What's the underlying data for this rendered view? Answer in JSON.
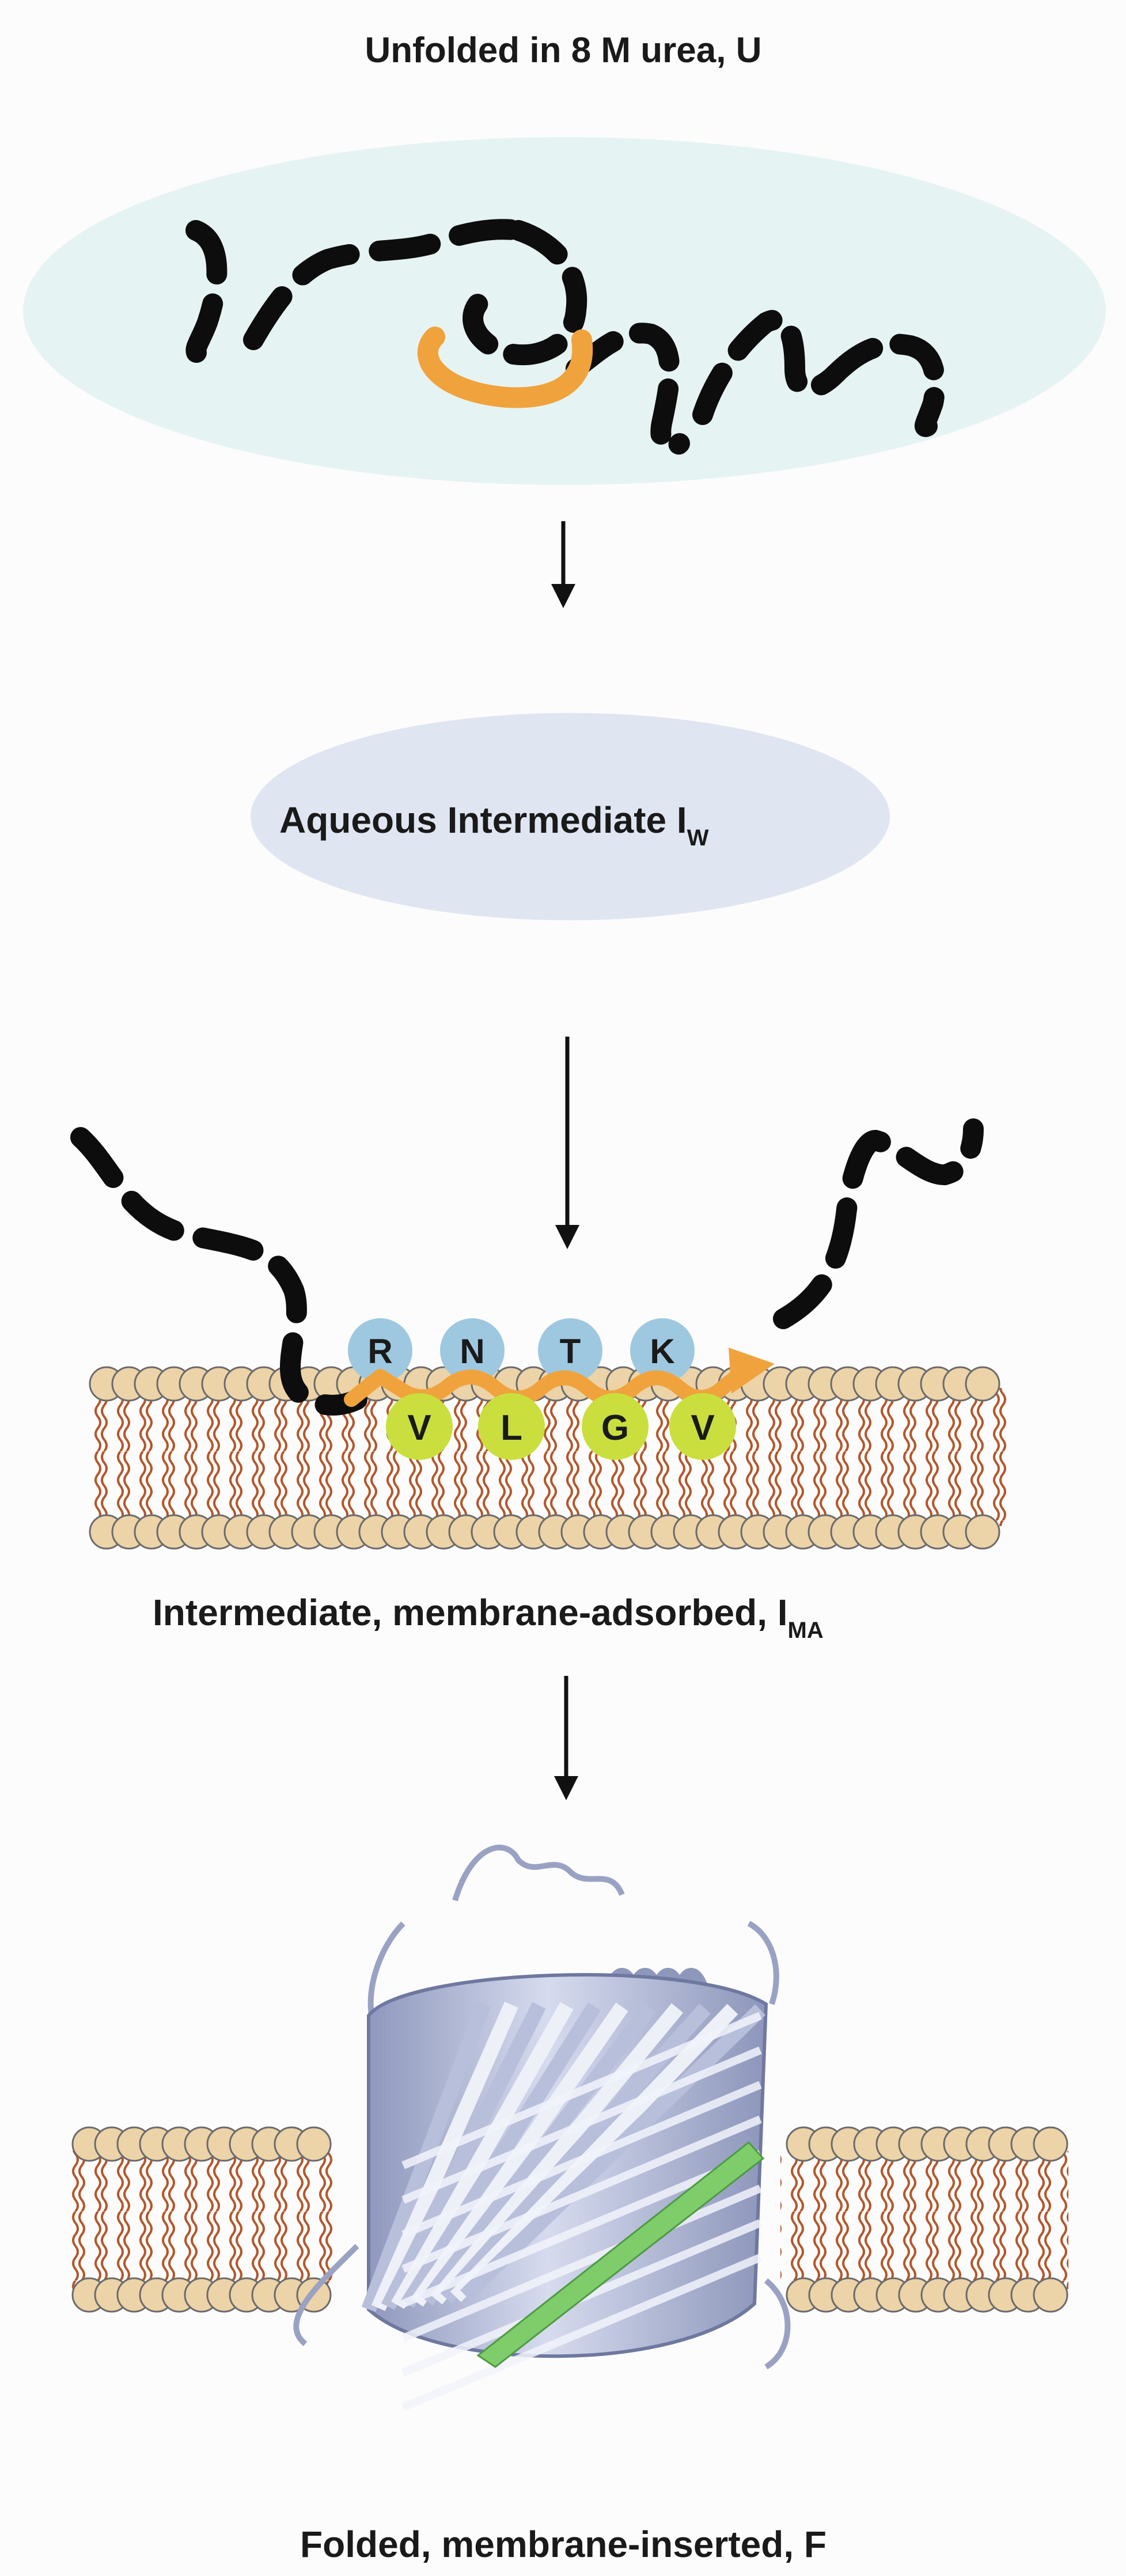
{
  "stages": {
    "unfolded": {
      "label": "Unfolded in 8 M urea, U"
    },
    "aqueous": {
      "label": "Aqueous Intermediate I",
      "sub": "W"
    },
    "adsorbed": {
      "label": "Intermediate, membrane-adsorbed, I",
      "sub": "MA"
    },
    "folded": {
      "label": "Folded, membrane-inserted, F"
    }
  },
  "residues": {
    "top": [
      "R",
      "N",
      "T",
      "K"
    ],
    "bottom": [
      "V",
      "L",
      "G",
      "V"
    ]
  },
  "colors": {
    "chain": "#0d0d0d",
    "segment": "#f0a33c",
    "urea_ellipse": "#e6f3f3",
    "aqueous_ellipse": "#dfe6f1",
    "lipid_head": "#ecd3a8",
    "lipid_tail": "#b5562a",
    "residue_top": "#9ec8df",
    "residue_bottom": "#cadf3d",
    "barrel": "#a9b1cf",
    "barrel_highlight": "#7fcc6b"
  },
  "icons": [
    "arrow-down-icon",
    "lipid-bilayer-icon",
    "beta-barrel-icon",
    "polypeptide-chain-icon"
  ]
}
